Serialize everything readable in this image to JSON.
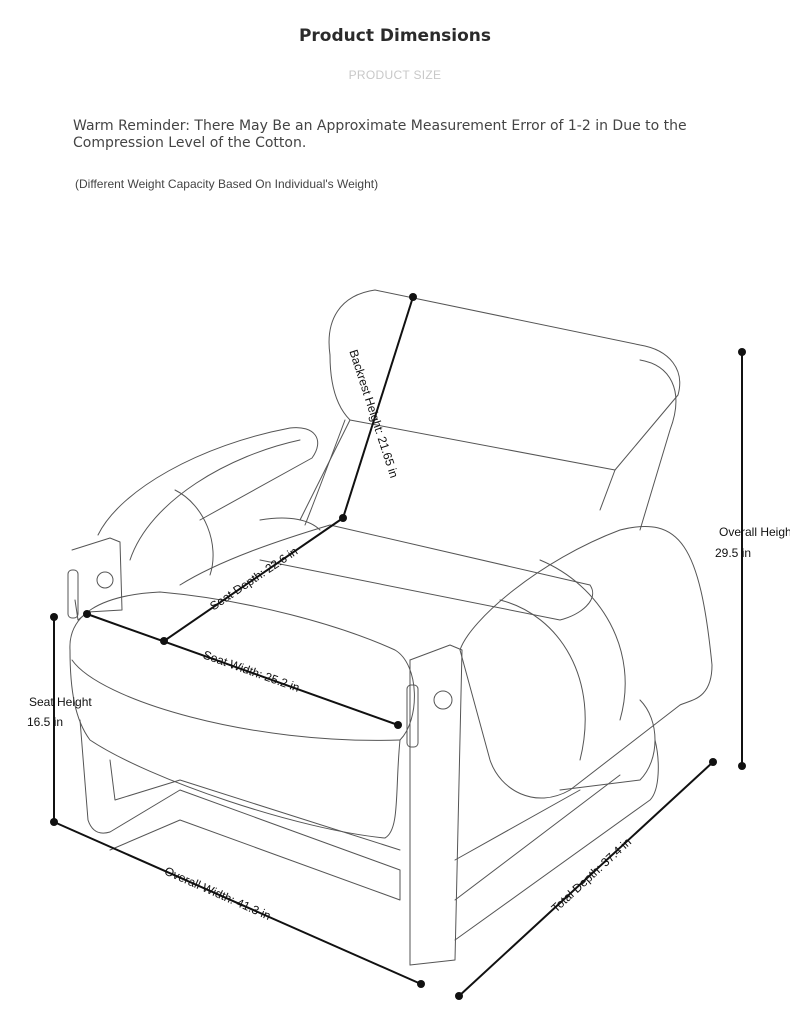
{
  "header": {
    "title": "Product Dimensions",
    "subtitle": "PRODUCT SIZE"
  },
  "notice": {
    "reminder": "Warm Reminder: There May Be an Approximate Measurement Error of 1-2 in Due to the Compression Level of the Cotton.",
    "capacity_note": "(Different Weight Capacity Based On Individual's Weight)"
  },
  "dimensions": {
    "backrest_height": "Backrest Height: 21.65 in",
    "seat_depth": "Seat Depth: 22.6 in",
    "seat_width": "Seat Width: 25.2 in",
    "overall_height_label": "Overall Heigh",
    "overall_height_value": "29.5 in",
    "seat_height_label": "Seat Height",
    "seat_height_value": "16.5 in",
    "overall_width": "Overall Width: 41.3 in",
    "total_depth": "Total Depth: 37.4 in"
  },
  "colors": {
    "line": "#111111",
    "sketch": "#555555"
  }
}
